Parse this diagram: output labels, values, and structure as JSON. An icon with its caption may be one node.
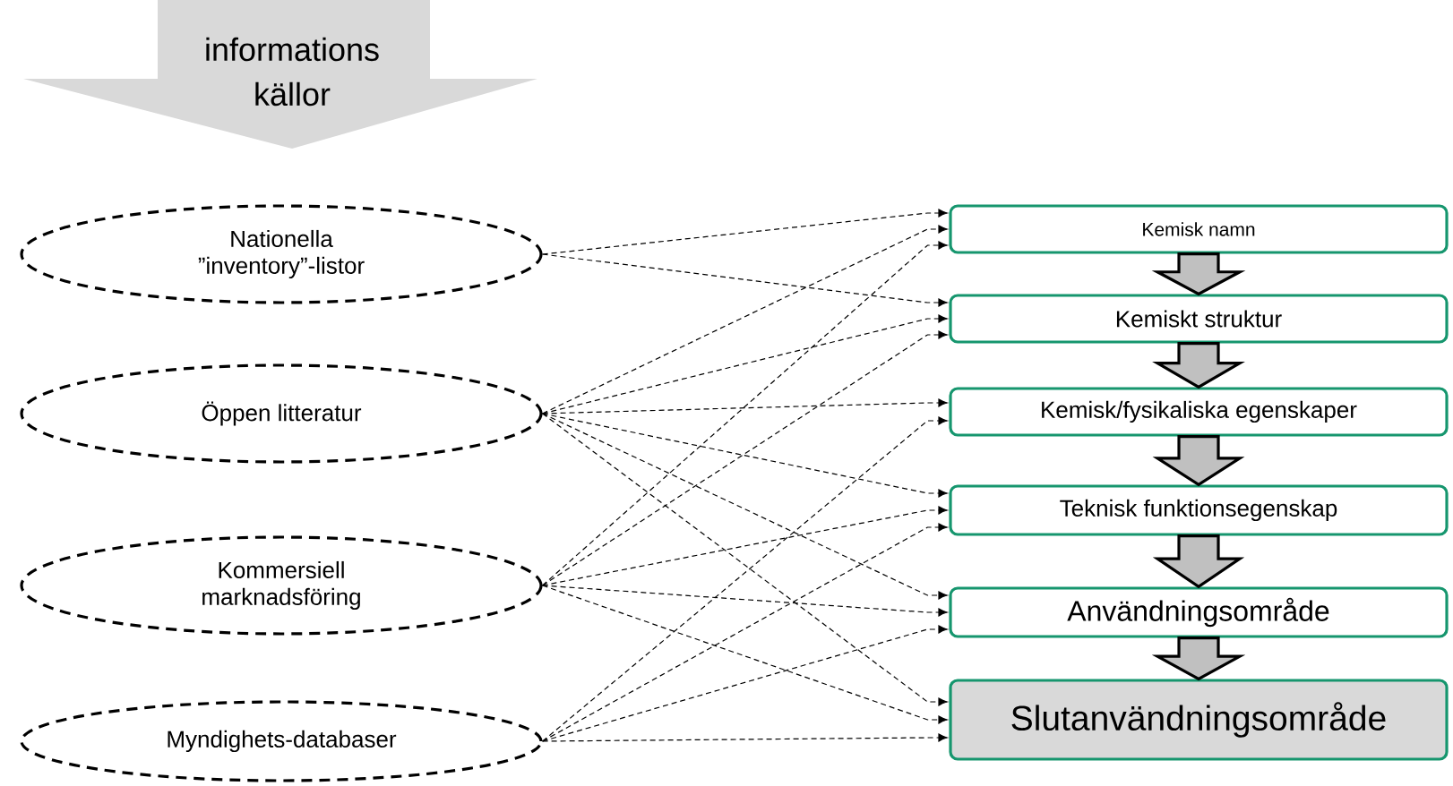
{
  "diagram": {
    "nodes": [
      {
        "text": [
          "informations källor"
        ]
      },
      {
        "text": [
          "Nationella ”inventory”-listor"
        ]
      },
      {
        "text": [
          "Öppen litteratur"
        ]
      },
      {
        "text": [
          "Kommersiell marknadsföring"
        ]
      },
      {
        "text": [
          "Myndighets-databaser"
        ]
      },
      {
        "text": [
          "Kemisk namn"
        ]
      },
      {
        "text": [
          "Kemiskt struktur"
        ]
      },
      {
        "text": [
          "Kemisk/fysikaliska egenskaper"
        ]
      },
      {
        "text": [
          "Teknisk funktionsegenskap"
        ]
      },
      {
        "text": [
          "Användningsområde"
        ]
      },
      {
        "text": [
          "Slutanvändningsområde"
        ]
      }
    ],
    "edges": [
      {
        "from": 1,
        "to": 5,
        "arrow": "to",
        "style": "dashed"
      },
      {
        "from": 1,
        "to": 6,
        "arrow": "to",
        "style": "dashed"
      },
      {
        "from": 2,
        "to": 5,
        "arrow": "to",
        "style": "dashed"
      },
      {
        "from": 2,
        "to": 6,
        "arrow": "to",
        "style": "dashed"
      },
      {
        "from": 2,
        "to": 7,
        "arrow": "to",
        "style": "dashed"
      },
      {
        "from": 2,
        "to": 8,
        "arrow": "to",
        "style": "dashed"
      },
      {
        "from": 2,
        "to": 9,
        "arrow": "to",
        "style": "dashed"
      },
      {
        "from": 2,
        "to": 10,
        "arrow": "to",
        "style": "dashed"
      },
      {
        "from": 3,
        "to": 5,
        "arrow": "to",
        "style": "dashed"
      },
      {
        "from": 3,
        "to": 6,
        "arrow": "to",
        "style": "dashed"
      },
      {
        "from": 3,
        "to": 8,
        "arrow": "to",
        "style": "dashed"
      },
      {
        "from": 3,
        "to": 9,
        "arrow": "to",
        "style": "dashed"
      },
      {
        "from": 3,
        "to": 10,
        "arrow": "to",
        "style": "dashed"
      },
      {
        "from": 4,
        "to": 7,
        "arrow": "to",
        "style": "dashed"
      },
      {
        "from": 4,
        "to": 8,
        "arrow": "to",
        "style": "dashed"
      },
      {
        "from": 4,
        "to": 9,
        "arrow": "to",
        "style": "dashed"
      },
      {
        "from": 4,
        "to": 10,
        "arrow": "to",
        "style": "dashed"
      },
      {
        "from": 5,
        "to": 6,
        "arrow": "to",
        "style": "thick",
        "color": "#c0c0c0"
      },
      {
        "from": 6,
        "to": 7,
        "arrow": "to",
        "style": "thick",
        "color": "#c0c0c0"
      },
      {
        "from": 7,
        "to": 8,
        "arrow": "to",
        "style": "thick",
        "color": "#c0c0c0"
      },
      {
        "from": 8,
        "to": 9,
        "arrow": "to",
        "style": "thick",
        "color": "#c0c0c0"
      },
      {
        "from": 9,
        "to": 10,
        "arrow": "to",
        "style": "thick",
        "color": "#c0c0c0"
      }
    ]
  }
}
